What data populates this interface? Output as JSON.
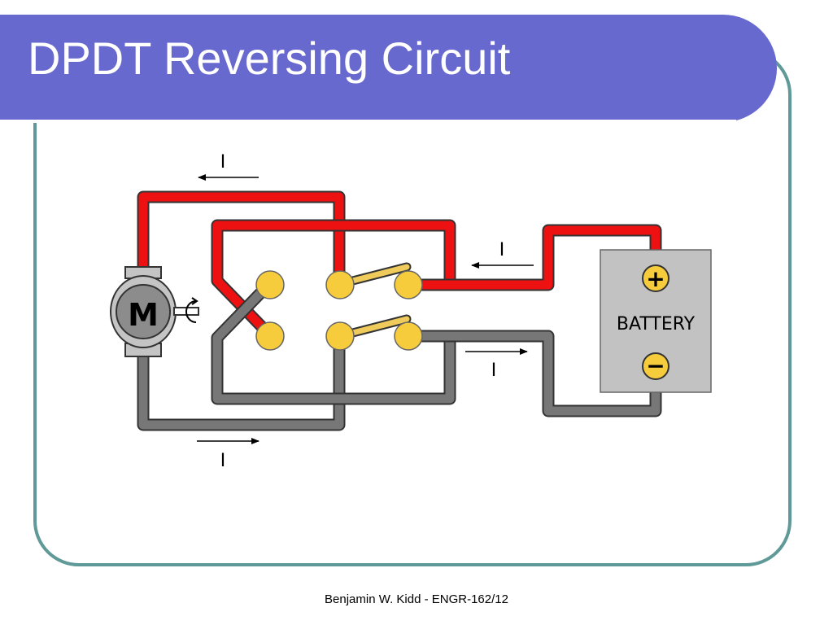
{
  "slide": {
    "title": "DPDT Reversing Circuit",
    "footer": "Benjamin W. Kidd - ENGR-162/12"
  },
  "diagram": {
    "motor": {
      "label": "M",
      "icon": "motor-icon"
    },
    "battery": {
      "label": "BATTERY",
      "positive_symbol": "+",
      "negative_symbol": "−"
    },
    "current_label": "I",
    "colors": {
      "positive_wire": "#ee1111",
      "negative_wire": "#777777",
      "terminal": "#f6cc3c",
      "switch_blade": "#eecb5a",
      "title_bar": "#6769cf",
      "frame": "#5f9a98",
      "battery_body": "#c2c2c2"
    }
  }
}
